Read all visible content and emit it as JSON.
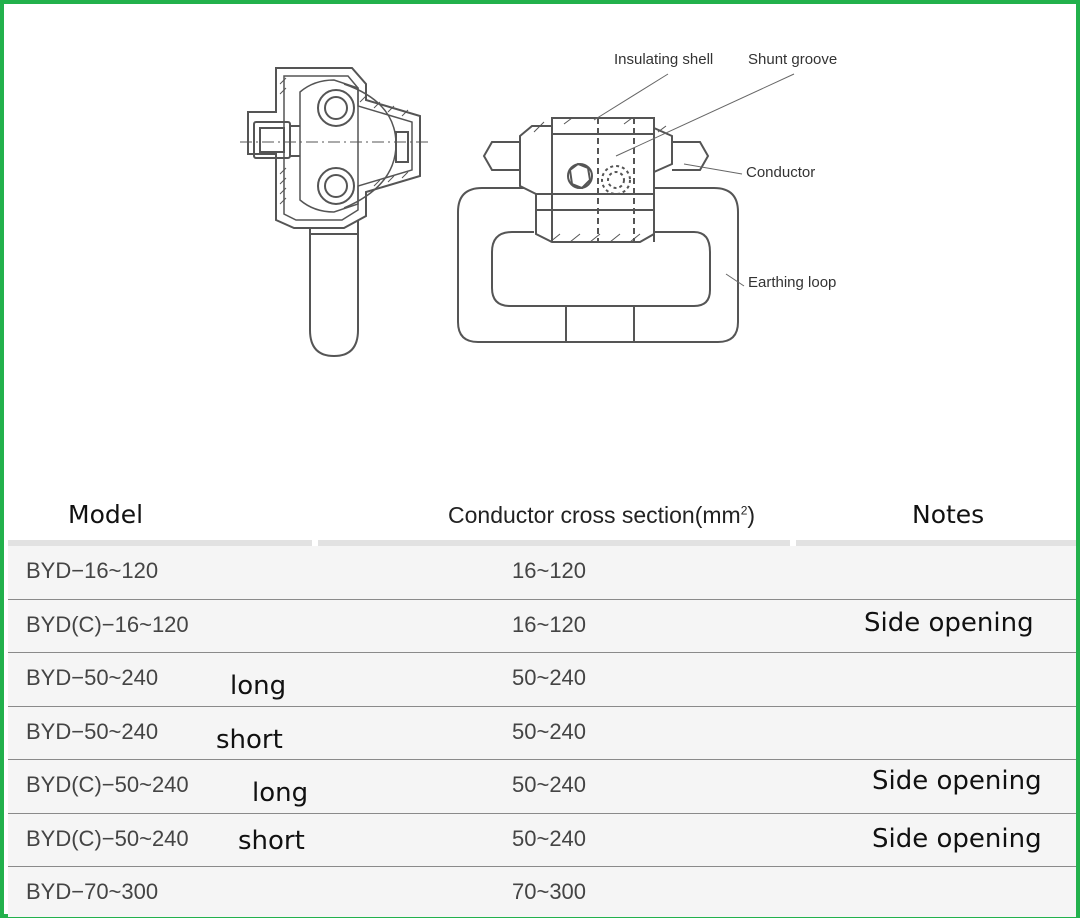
{
  "diagram": {
    "callouts": {
      "insulating_shell": "Insulating shell",
      "shunt_groove": "Shunt groove",
      "conductor": "Conductor",
      "earthing_loop": "Earthing loop"
    }
  },
  "table": {
    "headers": {
      "model": "Model",
      "cross_section": "Conductor cross section(mm",
      "cross_section_sup": "2",
      "cross_section_close": ")",
      "notes": "Notes"
    },
    "rows": [
      {
        "model": "BYD−16~120",
        "suffix": "",
        "cross": "16~120",
        "notes": ""
      },
      {
        "model": "BYD(C)−16~120",
        "suffix": "",
        "cross": "16~120",
        "notes": "Side opening"
      },
      {
        "model": "BYD−50~240",
        "suffix": "long",
        "cross": "50~240",
        "notes": ""
      },
      {
        "model": "BYD−50~240",
        "suffix": "short",
        "cross": "50~240",
        "notes": ""
      },
      {
        "model": "BYD(C)−50~240",
        "suffix": "long",
        "cross": "50~240",
        "notes": "Side opening"
      },
      {
        "model": "BYD(C)−50~240",
        "suffix": "short",
        "cross": "50~240",
        "notes": "Side opening"
      },
      {
        "model": "BYD−70~300",
        "suffix": "",
        "cross": "70~300",
        "notes": ""
      }
    ]
  },
  "colors": {
    "frame_border": "#22b14c",
    "row_background": "#f5f5f5",
    "row_divider": "#8a8a8a",
    "drawing_stroke": "#555555"
  }
}
